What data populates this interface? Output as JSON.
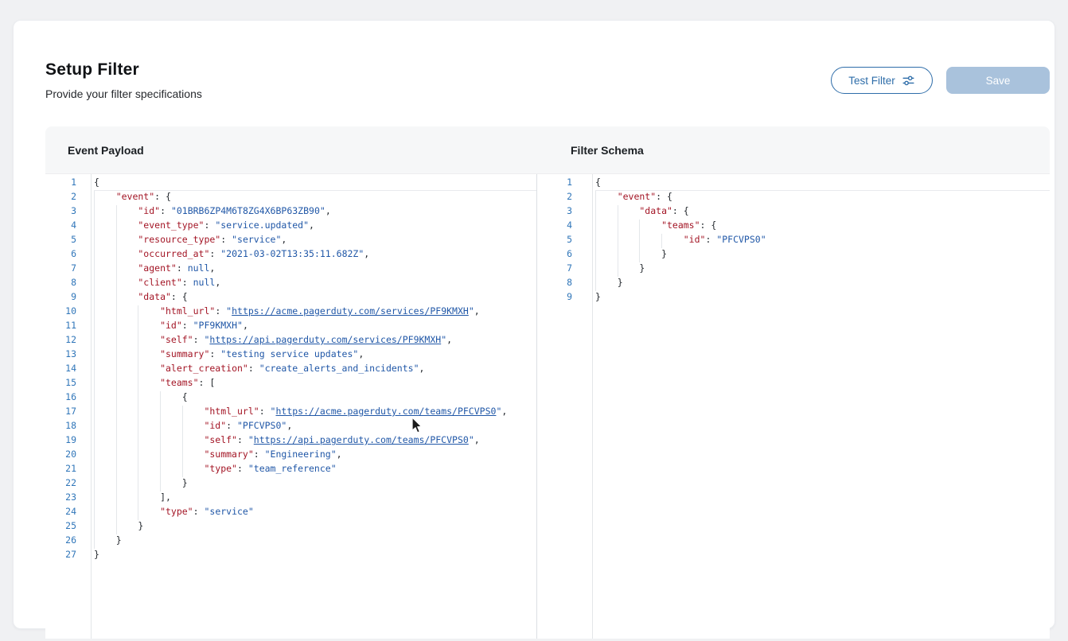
{
  "header": {
    "title": "Setup Filter",
    "subtitle": "Provide your filter specifications"
  },
  "toolbar": {
    "test_filter_label": "Test Filter",
    "test_filter_icon": "sliders-icon",
    "save_label": "Save"
  },
  "colors": {
    "accent_blue": "#2e6da9",
    "save_button_bg": "#a9c2dc",
    "json_key": "#a31525",
    "json_value": "#2057a7",
    "line_number": "#3076b9",
    "page_bg": "#f0f1f3"
  },
  "panels": {
    "left": {
      "title": "Event Payload",
      "lines": [
        {
          "i": 0,
          "s": [
            [
              "p",
              "{"
            ]
          ]
        },
        {
          "i": 1,
          "s": [
            [
              "k",
              "\"event\""
            ],
            [
              "p",
              ": {"
            ]
          ]
        },
        {
          "i": 2,
          "s": [
            [
              "k",
              "\"id\""
            ],
            [
              "p",
              ": "
            ],
            [
              "v",
              "\"01BRB6ZP4M6T8ZG4X6BP63ZB90\""
            ],
            [
              "p",
              ","
            ]
          ]
        },
        {
          "i": 2,
          "s": [
            [
              "k",
              "\"event_type\""
            ],
            [
              "p",
              ": "
            ],
            [
              "v",
              "\"service.updated\""
            ],
            [
              "p",
              ","
            ]
          ]
        },
        {
          "i": 2,
          "s": [
            [
              "k",
              "\"resource_type\""
            ],
            [
              "p",
              ": "
            ],
            [
              "v",
              "\"service\""
            ],
            [
              "p",
              ","
            ]
          ]
        },
        {
          "i": 2,
          "s": [
            [
              "k",
              "\"occurred_at\""
            ],
            [
              "p",
              ": "
            ],
            [
              "v",
              "\"2021-03-02T13:35:11.682Z\""
            ],
            [
              "p",
              ","
            ]
          ]
        },
        {
          "i": 2,
          "s": [
            [
              "k",
              "\"agent\""
            ],
            [
              "p",
              ": "
            ],
            [
              "v",
              "null"
            ],
            [
              "p",
              ","
            ]
          ]
        },
        {
          "i": 2,
          "s": [
            [
              "k",
              "\"client\""
            ],
            [
              "p",
              ": "
            ],
            [
              "v",
              "null"
            ],
            [
              "p",
              ","
            ]
          ]
        },
        {
          "i": 2,
          "s": [
            [
              "k",
              "\"data\""
            ],
            [
              "p",
              ": {"
            ]
          ]
        },
        {
          "i": 3,
          "s": [
            [
              "k",
              "\"html_url\""
            ],
            [
              "p",
              ": "
            ],
            [
              "v",
              "\""
            ],
            [
              "u",
              "https://acme.pagerduty.com/services/PF9KMXH"
            ],
            [
              "v",
              "\""
            ],
            [
              "p",
              ","
            ]
          ]
        },
        {
          "i": 3,
          "s": [
            [
              "k",
              "\"id\""
            ],
            [
              "p",
              ": "
            ],
            [
              "v",
              "\"PF9KMXH\""
            ],
            [
              "p",
              ","
            ]
          ]
        },
        {
          "i": 3,
          "s": [
            [
              "k",
              "\"self\""
            ],
            [
              "p",
              ": "
            ],
            [
              "v",
              "\""
            ],
            [
              "u",
              "https://api.pagerduty.com/services/PF9KMXH"
            ],
            [
              "v",
              "\""
            ],
            [
              "p",
              ","
            ]
          ]
        },
        {
          "i": 3,
          "s": [
            [
              "k",
              "\"summary\""
            ],
            [
              "p",
              ": "
            ],
            [
              "v",
              "\"testing service updates\""
            ],
            [
              "p",
              ","
            ]
          ]
        },
        {
          "i": 3,
          "s": [
            [
              "k",
              "\"alert_creation\""
            ],
            [
              "p",
              ": "
            ],
            [
              "v",
              "\"create_alerts_and_incidents\""
            ],
            [
              "p",
              ","
            ]
          ]
        },
        {
          "i": 3,
          "s": [
            [
              "k",
              "\"teams\""
            ],
            [
              "p",
              ": ["
            ]
          ]
        },
        {
          "i": 4,
          "s": [
            [
              "p",
              "{"
            ]
          ]
        },
        {
          "i": 5,
          "s": [
            [
              "k",
              "\"html_url\""
            ],
            [
              "p",
              ": "
            ],
            [
              "v",
              "\""
            ],
            [
              "u",
              "https://acme.pagerduty.com/teams/PFCVPS0"
            ],
            [
              "v",
              "\""
            ],
            [
              "p",
              ","
            ]
          ]
        },
        {
          "i": 5,
          "s": [
            [
              "k",
              "\"id\""
            ],
            [
              "p",
              ": "
            ],
            [
              "v",
              "\"PFCVPS0\""
            ],
            [
              "p",
              ","
            ]
          ]
        },
        {
          "i": 5,
          "s": [
            [
              "k",
              "\"self\""
            ],
            [
              "p",
              ": "
            ],
            [
              "v",
              "\""
            ],
            [
              "u",
              "https://api.pagerduty.com/teams/PFCVPS0"
            ],
            [
              "v",
              "\""
            ],
            [
              "p",
              ","
            ]
          ]
        },
        {
          "i": 5,
          "s": [
            [
              "k",
              "\"summary\""
            ],
            [
              "p",
              ": "
            ],
            [
              "v",
              "\"Engineering\""
            ],
            [
              "p",
              ","
            ]
          ]
        },
        {
          "i": 5,
          "s": [
            [
              "k",
              "\"type\""
            ],
            [
              "p",
              ": "
            ],
            [
              "v",
              "\"team_reference\""
            ]
          ]
        },
        {
          "i": 4,
          "s": [
            [
              "p",
              "}"
            ]
          ]
        },
        {
          "i": 3,
          "s": [
            [
              "p",
              "],"
            ]
          ]
        },
        {
          "i": 3,
          "s": [
            [
              "k",
              "\"type\""
            ],
            [
              "p",
              ": "
            ],
            [
              "v",
              "\"service\""
            ]
          ]
        },
        {
          "i": 2,
          "s": [
            [
              "p",
              "}"
            ]
          ]
        },
        {
          "i": 1,
          "s": [
            [
              "p",
              "}"
            ]
          ]
        },
        {
          "i": 0,
          "s": [
            [
              "p",
              "}"
            ]
          ]
        }
      ]
    },
    "right": {
      "title": "Filter Schema",
      "lines": [
        {
          "i": 0,
          "s": [
            [
              "p",
              "{"
            ]
          ]
        },
        {
          "i": 1,
          "s": [
            [
              "k",
              "\"event\""
            ],
            [
              "p",
              ": {"
            ]
          ]
        },
        {
          "i": 2,
          "s": [
            [
              "k",
              "\"data\""
            ],
            [
              "p",
              ": {"
            ]
          ]
        },
        {
          "i": 3,
          "s": [
            [
              "k",
              "\"teams\""
            ],
            [
              "p",
              ": {"
            ]
          ]
        },
        {
          "i": 4,
          "s": [
            [
              "k",
              "\"id\""
            ],
            [
              "p",
              ": "
            ],
            [
              "v",
              "\"PFCVPS0\""
            ]
          ]
        },
        {
          "i": 3,
          "s": [
            [
              "p",
              "}"
            ]
          ]
        },
        {
          "i": 2,
          "s": [
            [
              "p",
              "}"
            ]
          ]
        },
        {
          "i": 1,
          "s": [
            [
              "p",
              "}"
            ]
          ]
        },
        {
          "i": 0,
          "s": [
            [
              "p",
              "}"
            ]
          ]
        }
      ]
    }
  }
}
